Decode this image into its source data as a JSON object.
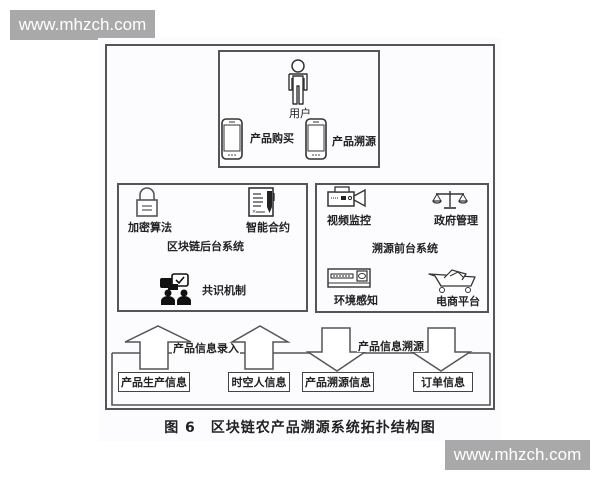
{
  "watermarks": [
    "www.mhzch.com",
    "www.mhzch.com"
  ],
  "user_panel": {
    "user_label": "用户",
    "actions": [
      {
        "label": "产品购买",
        "icon": "smartphone-icon"
      },
      {
        "label": "产品溯源",
        "icon": "smartphone-icon"
      }
    ]
  },
  "backend_panel": {
    "title": "区块链后台系统",
    "items": [
      {
        "label": "加密算法",
        "icon": "padlock-icon"
      },
      {
        "label": "智能合约",
        "icon": "contract-document-icon"
      },
      {
        "label": "共识机制",
        "icon": "consensus-people-icon"
      }
    ]
  },
  "frontend_panel": {
    "title": "溯源前台系统",
    "items": [
      {
        "label": "视频监控",
        "icon": "video-camera-icon"
      },
      {
        "label": "政府管理",
        "icon": "balance-scale-icon"
      },
      {
        "label": "环境感知",
        "icon": "sensor-device-icon"
      },
      {
        "label": "电商平台",
        "icon": "shopping-cart-icon"
      }
    ]
  },
  "data_layer": {
    "input_label": "产品信息录入",
    "trace_label": "产品信息溯源",
    "boxes": [
      "产品生产信息",
      "时空人信息",
      "产品溯源信息",
      "订单信息"
    ]
  },
  "caption": "图 6　区块链农产品溯源系统拓扑结构图",
  "colors": {
    "watermark_bg": "#a9a9a9",
    "line": "#555555"
  }
}
